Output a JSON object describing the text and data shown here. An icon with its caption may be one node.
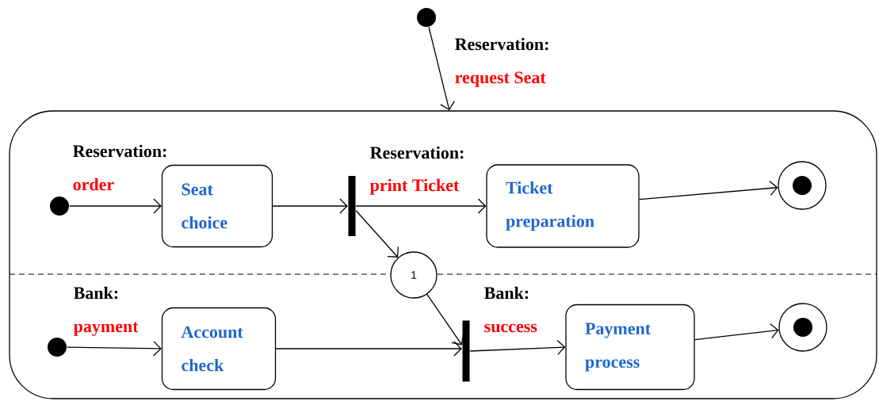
{
  "diagram": {
    "nodes": [
      {
        "text": [],
        "shape": "dot"
      },
      {
        "text": [],
        "shape": "box"
      },
      {
        "text": [],
        "shape": "dot",
        "in": 1
      },
      {
        "text": [
          "Seat choice"
        ],
        "in": 1
      },
      {
        "text": [],
        "shape": "bar",
        "in": 1
      },
      {
        "text": [
          "Ticket preparation"
        ],
        "in": 1
      },
      {
        "text": [],
        "shape": "bullseye",
        "in": 1
      },
      {
        "text": [
          "1"
        ],
        "in": 1
      },
      {
        "text": [],
        "shape": "dot",
        "in": 1
      },
      {
        "text": [
          "Account check"
        ],
        "in": 1
      },
      {
        "text": [],
        "shape": "bar",
        "in": 1
      },
      {
        "text": [
          "Payment process"
        ],
        "in": 1
      },
      {
        "text": [],
        "shape": "bullseye",
        "in": 1
      }
    ],
    "edges": [
      {
        "from": 0,
        "to": 1,
        "arrow": "to",
        "label": "request Seat"
      },
      {
        "from": 2,
        "to": 3,
        "arrow": "to",
        "label": "order"
      },
      {
        "from": 3,
        "to": 4,
        "arrow": "to"
      },
      {
        "from": 4,
        "to": 5,
        "arrow": "to",
        "label": "print Ticket"
      },
      {
        "from": 4,
        "to": 7,
        "arrow": "to"
      },
      {
        "from": 5,
        "to": 6,
        "arrow": "to"
      },
      {
        "from": 8,
        "to": 9,
        "arrow": "to",
        "label": "payment"
      },
      {
        "from": 9,
        "to": 10,
        "arrow": "to"
      },
      {
        "from": 7,
        "to": 10,
        "arrow": "to"
      },
      {
        "from": 10,
        "to": 11,
        "arrow": "to",
        "label": "success"
      },
      {
        "from": 11,
        "to": 12,
        "arrow": "to"
      }
    ],
    "labels": [
      "Reservation:",
      "Reservation:",
      "Reservation:",
      "Bank:",
      "Bank:"
    ]
  }
}
